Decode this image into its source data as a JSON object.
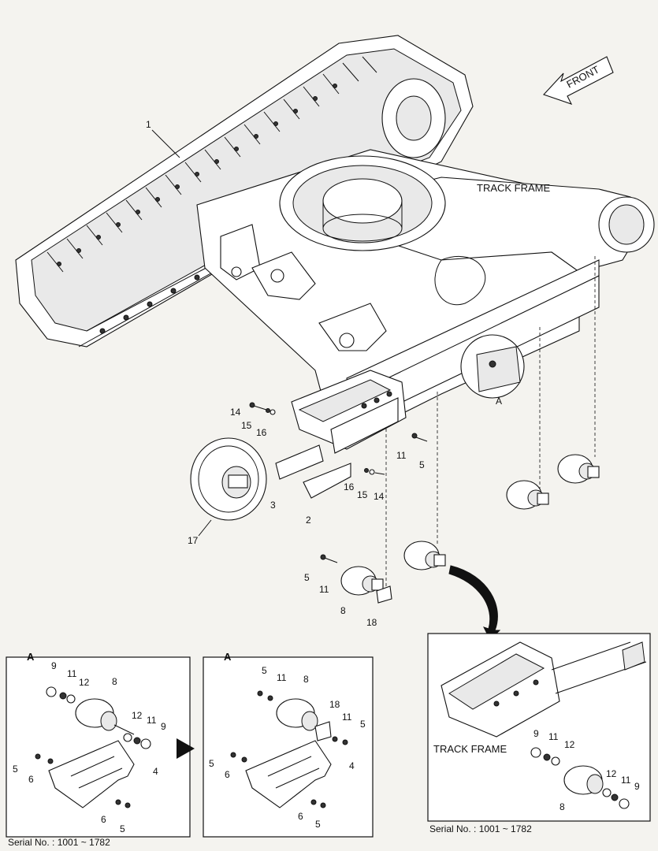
{
  "labels": {
    "front": "FRONT",
    "track_frame": "TRACK FRAME",
    "track_frame_detail": "TRACK FRAME",
    "section_a1": "A",
    "section_a2": "A",
    "section_a_callout": "A",
    "serial_left": "Serial No. : 1001 ~ 1782",
    "serial_right": "Serial No. : 1001 ~ 1782"
  },
  "callouts": {
    "main": [
      "1",
      "14",
      "15",
      "16",
      "11",
      "5",
      "16",
      "15",
      "14",
      "3",
      "2",
      "17",
      "5",
      "11",
      "8",
      "18"
    ],
    "box1": [
      "9",
      "11",
      "12",
      "8",
      "12",
      "11",
      "9",
      "5",
      "6",
      "4",
      "6",
      "5"
    ],
    "box2": [
      "5",
      "11",
      "8",
      "18",
      "11",
      "5",
      "5",
      "6",
      "4",
      "6",
      "5"
    ],
    "box3": [
      "9",
      "11",
      "12",
      "12",
      "11",
      "9",
      "8"
    ]
  }
}
